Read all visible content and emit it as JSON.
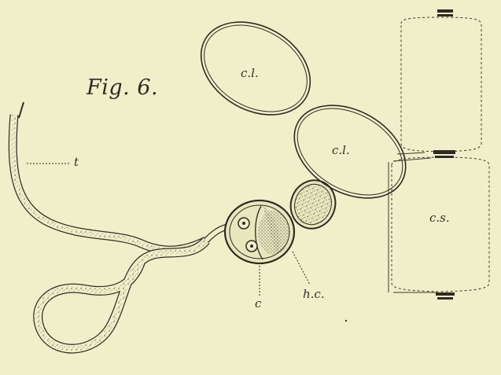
{
  "figure": {
    "title": "Fig. 6.",
    "labels": {
      "cl_upper": "c.l.",
      "cl_lower": "c.l.",
      "cs": "c.s.",
      "t": "t",
      "c": "c",
      "hc": "h.c."
    }
  },
  "colors": {
    "paper": "#f0efc9",
    "ink": "#2c2b24",
    "stipple": "#6d6b5c"
  }
}
